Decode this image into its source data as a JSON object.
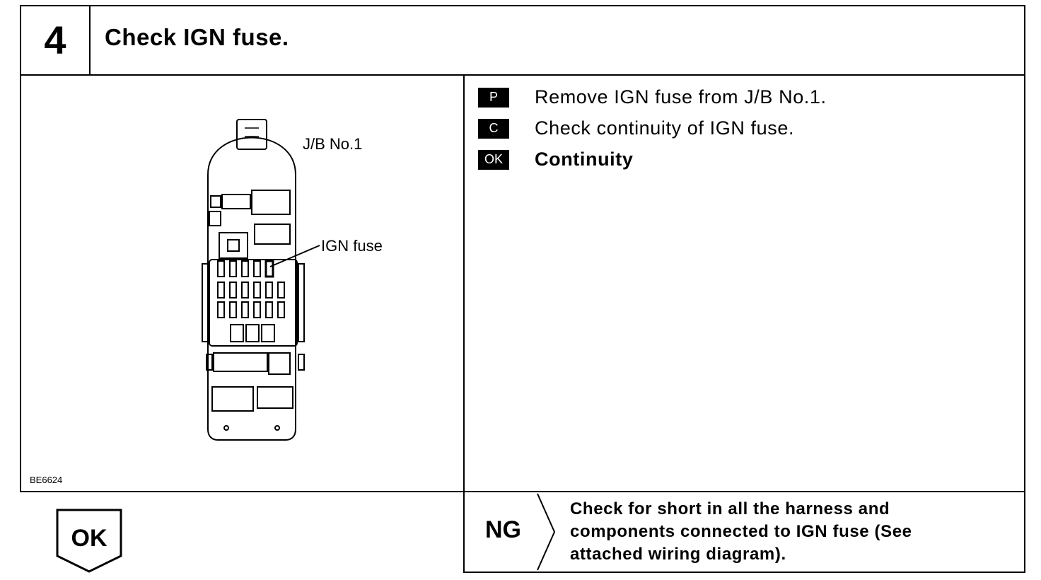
{
  "step": {
    "number": "4",
    "title": "Check IGN fuse."
  },
  "figure": {
    "jb_label": "J/B No.1",
    "fuse_label": "IGN fuse",
    "figure_code": "BE6624"
  },
  "instructions": [
    {
      "badge": "P",
      "text": "Remove IGN fuse from J/B No.1.",
      "bold": false
    },
    {
      "badge": "C",
      "text": "Check continuity of IGN fuse.",
      "bold": false
    },
    {
      "badge": "OK",
      "text": "Continuity",
      "bold": true
    }
  ],
  "ok_flow": {
    "label": "OK"
  },
  "ng_flow": {
    "label": "NG",
    "lines": [
      "Check for short in all the harness and",
      "components connected to IGN fuse (See",
      "attached wiring diagram)."
    ]
  }
}
